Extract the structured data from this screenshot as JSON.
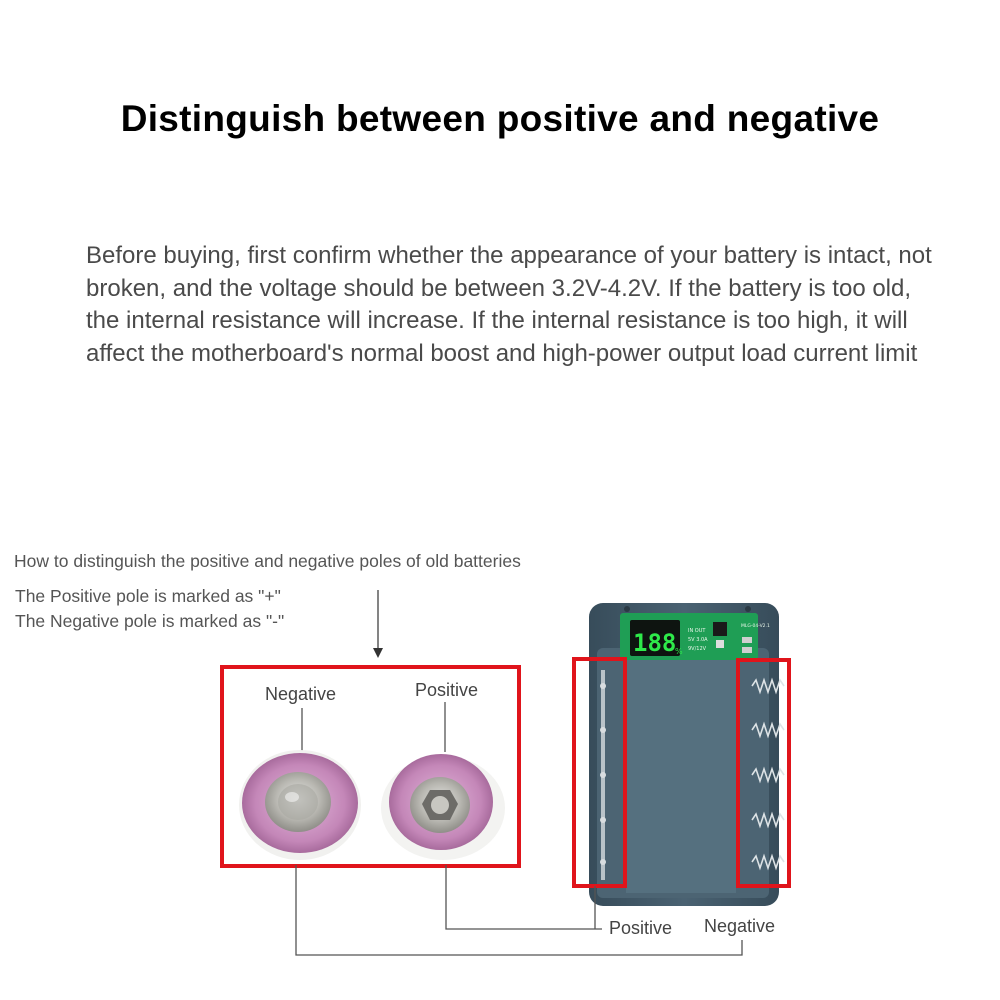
{
  "title": "Distinguish between positive and negative",
  "intro": "Before buying, first confirm whether the appearance of your battery is intact, not broken, and the voltage should be between 3.2V-4.2V. If the battery is too old, the internal resistance will increase. If the internal resistance is too high, it will affect the motherboard's normal boost and high-power output load current limit",
  "howto": "How to distinguish the positive and negative poles of old batteries",
  "positive_note": "The Positive pole is marked as \"+\"",
  "negative_note": "The Negative pole is marked as \"-\"",
  "cells": {
    "negative_label": "Negative",
    "positive_label": "Positive"
  },
  "case": {
    "positive_label": "Positive",
    "negative_label": "Negative",
    "display": {
      "digits": "188",
      "unit": "%",
      "board_id": "MLG-04-V2.1",
      "rows": [
        "IN OUT",
        "5V 3.0A",
        "9V/12V"
      ]
    }
  },
  "colors": {
    "highlight": "#e0141b",
    "cell_wrap": "#c487b8",
    "case_body": "#3f5666",
    "pcb": "#1f9e55",
    "display_digits": "#2eea4a"
  },
  "icons": [
    "arrow-down-icon",
    "spring-contact-icon"
  ]
}
